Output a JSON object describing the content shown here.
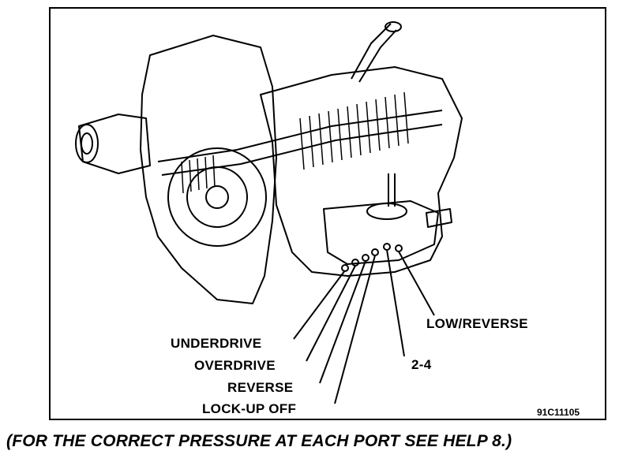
{
  "diagram": {
    "labels": {
      "low_reverse": "LOW/REVERSE",
      "two_four": "2-4",
      "underdrive": "UNDERDRIVE",
      "overdrive": "OVERDRIVE",
      "reverse": "REVERSE",
      "lockup_off": "LOCK-UP OFF"
    },
    "figure_code": "91C11105",
    "caption": "(FOR THE CORRECT PRESSURE AT EACH PORT SEE HELP 8.)"
  }
}
